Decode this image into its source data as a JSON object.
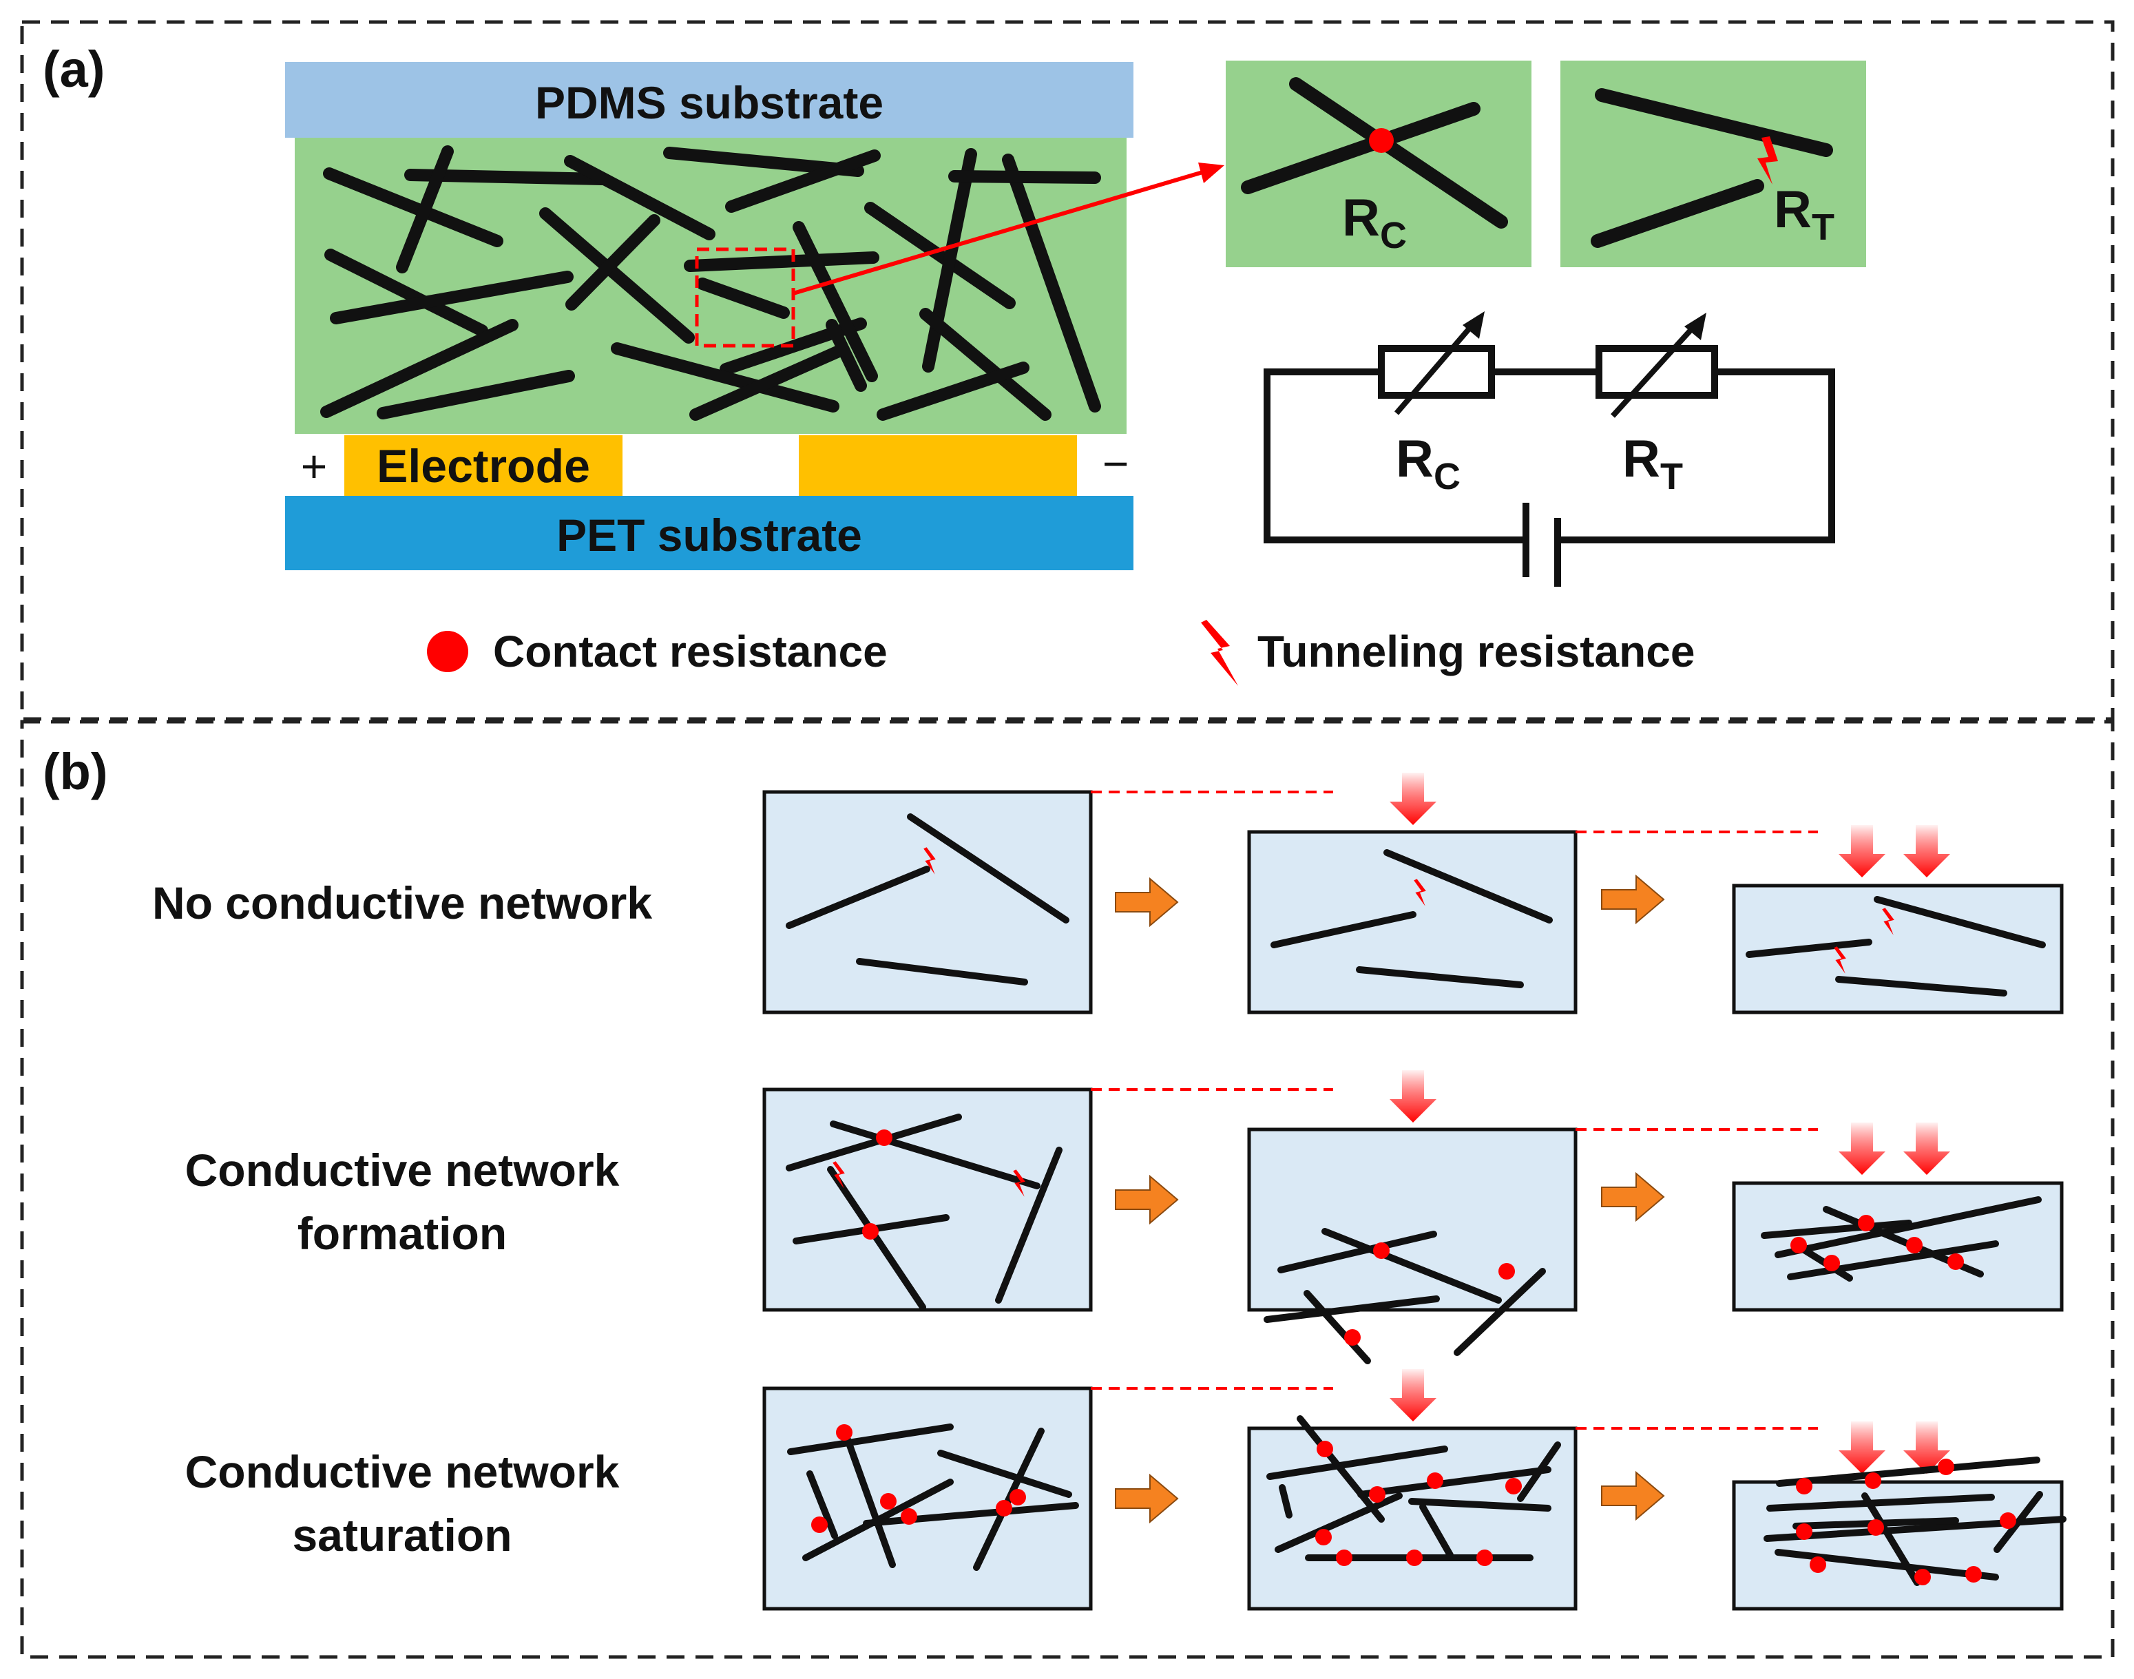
{
  "panel_a": {
    "label": "(a)",
    "pdms_label": "PDMS substrate",
    "pet_label": "PET substrate",
    "electrode_label": "Electrode",
    "plus": "+",
    "minus": "−",
    "inset_contact": {
      "main": "R",
      "sub": "C"
    },
    "inset_tunnel": {
      "main": "R",
      "sub": "T"
    },
    "circuit_rc": {
      "main": "R",
      "sub": "C"
    },
    "circuit_rt": {
      "main": "R",
      "sub": "T"
    },
    "legend": {
      "contact": "Contact resistance",
      "tunneling": "Tunneling resistance"
    }
  },
  "panel_b": {
    "label": "(b)",
    "rows": [
      {
        "title_lines": [
          "No conductive network"
        ]
      },
      {
        "title_lines": [
          "Conductive network",
          "formation"
        ]
      },
      {
        "title_lines": [
          "Conductive network",
          "saturation"
        ]
      }
    ]
  },
  "colors": {
    "pdms": "#9DC3E6",
    "composite": "#96D18D",
    "electrode": "#FFC000",
    "pet": "#1F9CD8",
    "box_fill": "#DAE9F5",
    "accent_red": "#FF0000",
    "arrow_orange": "#F58220"
  }
}
